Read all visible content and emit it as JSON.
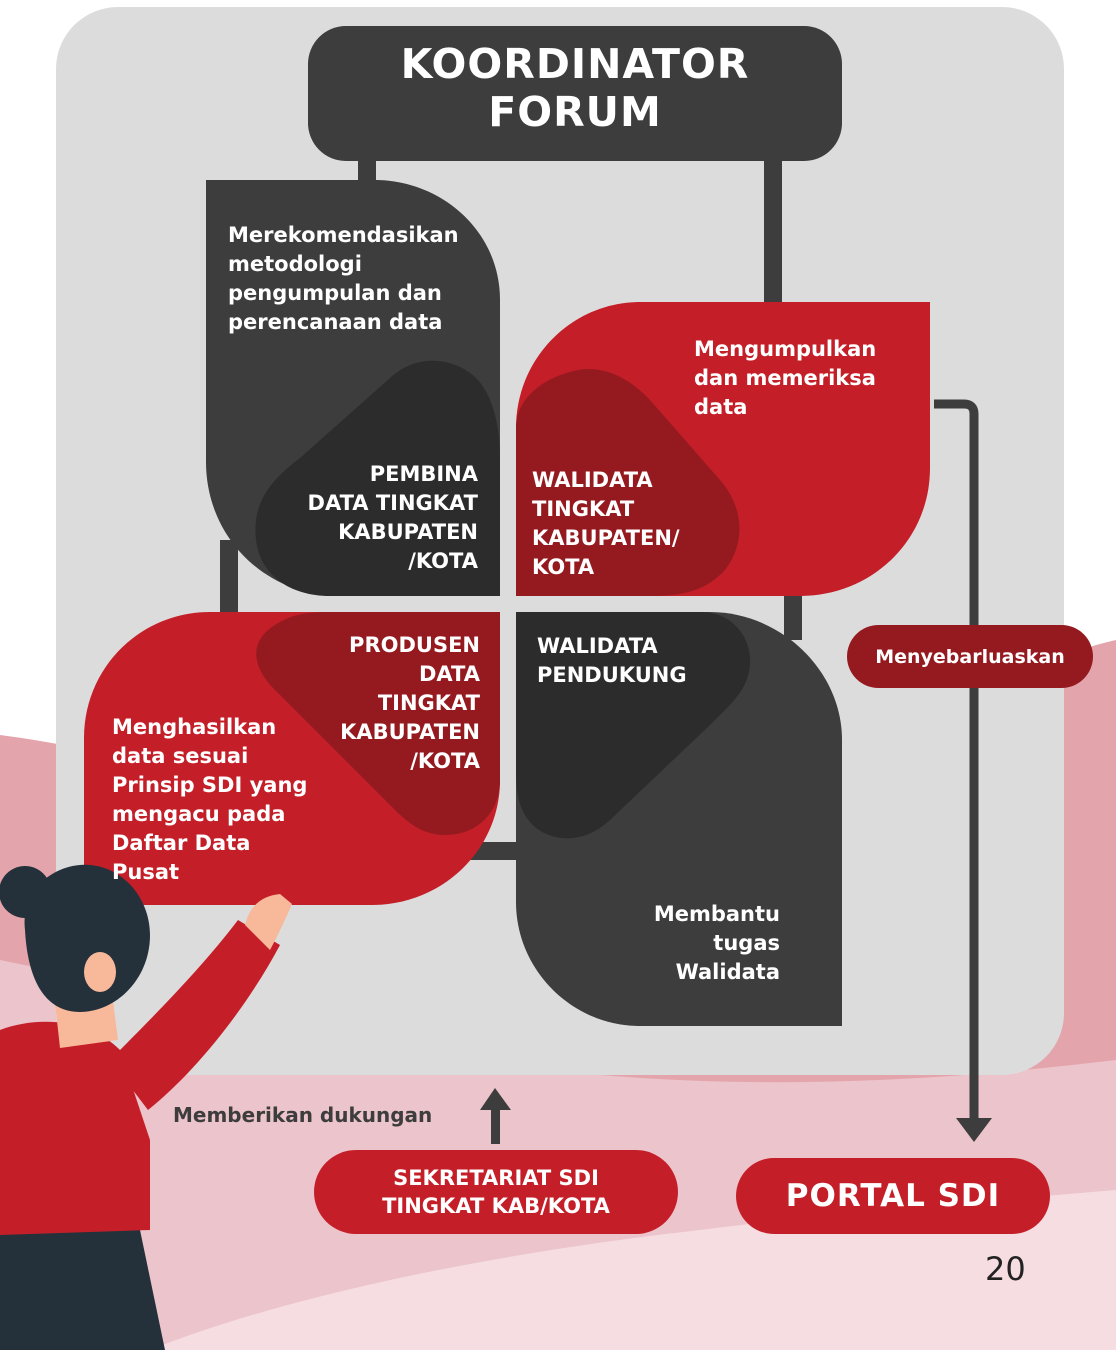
{
  "title": "KOORDINATOR\nFORUM",
  "quadrants": {
    "top_left": {
      "role": "PEMBINA\nDATA TINGKAT\nKABUPATEN\n/KOTA",
      "description": "Merekomendasikan\nmetodologi\npengumpulan dan\nperencanaan data"
    },
    "top_right": {
      "role": "WALIDATA\nTINGKAT\nKABUPATEN/\nKOTA",
      "description": "Mengumpulkan\ndan memeriksa\ndata"
    },
    "bottom_left": {
      "role": "PRODUSEN\nDATA\nTINGKAT\nKABUPATEN\n/KOTA",
      "description": "Menghasilkan\ndata sesuai\nPrinsip SDI yang\nmengacu pada\nDaftar Data\nPusat"
    },
    "bottom_right": {
      "role": "WALIDATA\nPENDUKUNG",
      "description": "Membantu\ntugas\nWalidata"
    }
  },
  "disseminate_label": "Menyebarluaskan",
  "support_label": "Memberikan dukungan",
  "secretariat_label": "SEKRETARIAT SDI\nTINGKAT KAB/KOTA",
  "portal_label": "PORTAL SDI",
  "page_number": "20",
  "colors": {
    "dark": "#3d3d3d",
    "darker": "#2c2c2c",
    "red": "#c41f28",
    "dark_red": "#951a20",
    "panel_bg": "#dcdcdc",
    "pink": "#e4a4ac",
    "light_pink": "#ecc4cb"
  }
}
